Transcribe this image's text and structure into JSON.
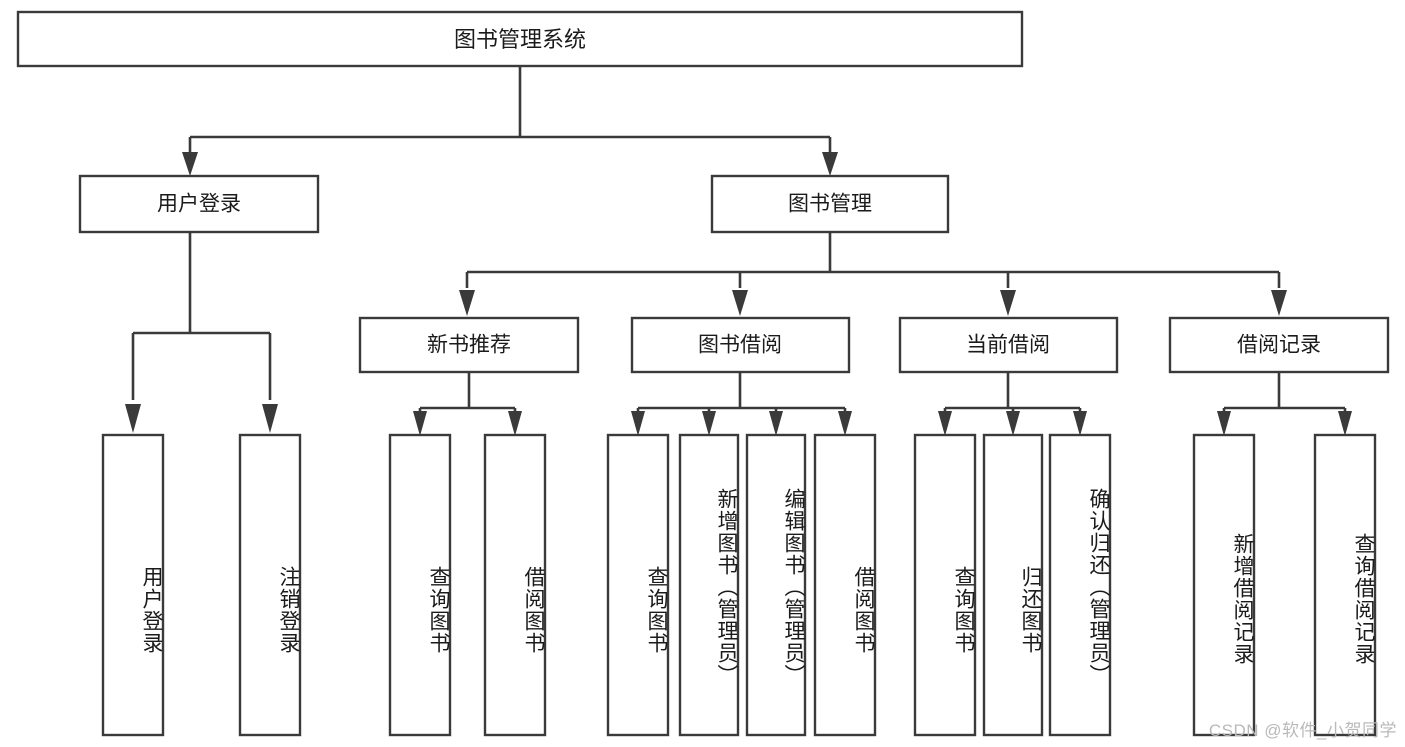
{
  "diagram": {
    "type": "tree-hierarchy",
    "title": "图书管理系统",
    "orientation": "top-down",
    "colors": {
      "background": "#ffffff",
      "box_fill": "#ffffff",
      "box_stroke": "#3a3a3a",
      "connector": "#3a3a3a",
      "text": "#1b1b1b",
      "watermark": "#b9b9b9"
    },
    "root": {
      "label": "图书管理系统",
      "text_orientation": "horizontal"
    },
    "level2": [
      {
        "label": "用户登录",
        "text_orientation": "horizontal"
      },
      {
        "label": "图书管理",
        "text_orientation": "horizontal"
      }
    ],
    "level3": [
      {
        "label": "新书推荐",
        "text_orientation": "horizontal",
        "parent": "图书管理"
      },
      {
        "label": "图书借阅",
        "text_orientation": "horizontal",
        "parent": "图书管理"
      },
      {
        "label": "当前借阅",
        "text_orientation": "horizontal",
        "parent": "图书管理"
      },
      {
        "label": "借阅记录",
        "text_orientation": "horizontal",
        "parent": "图书管理"
      }
    ],
    "leaves": [
      {
        "label": "用户登录",
        "parent": "用户登录",
        "text_orientation": "vertical"
      },
      {
        "label": "注销登录",
        "parent": "用户登录",
        "text_orientation": "vertical"
      },
      {
        "label": "查询图书",
        "parent": "新书推荐",
        "text_orientation": "vertical"
      },
      {
        "label": "借阅图书",
        "parent": "新书推荐",
        "text_orientation": "vertical"
      },
      {
        "label": "查询图书",
        "parent": "图书借阅",
        "text_orientation": "vertical"
      },
      {
        "label": "新增图书（管理员）",
        "parent": "图书借阅",
        "text_orientation": "vertical"
      },
      {
        "label": "编辑图书（管理员）",
        "parent": "图书借阅",
        "text_orientation": "vertical"
      },
      {
        "label": "借阅图书",
        "parent": "图书借阅",
        "text_orientation": "vertical"
      },
      {
        "label": "查询图书",
        "parent": "当前借阅",
        "text_orientation": "vertical"
      },
      {
        "label": "归还图书",
        "parent": "当前借阅",
        "text_orientation": "vertical"
      },
      {
        "label": "确认归还（管理员）",
        "parent": "当前借阅",
        "text_orientation": "vertical"
      },
      {
        "label": "新增借阅记录",
        "parent": "借阅记录",
        "text_orientation": "vertical"
      },
      {
        "label": "查询借阅记录",
        "parent": "借阅记录",
        "text_orientation": "vertical"
      }
    ]
  },
  "watermark": {
    "text": "CSDN @软件_小贺同学"
  }
}
